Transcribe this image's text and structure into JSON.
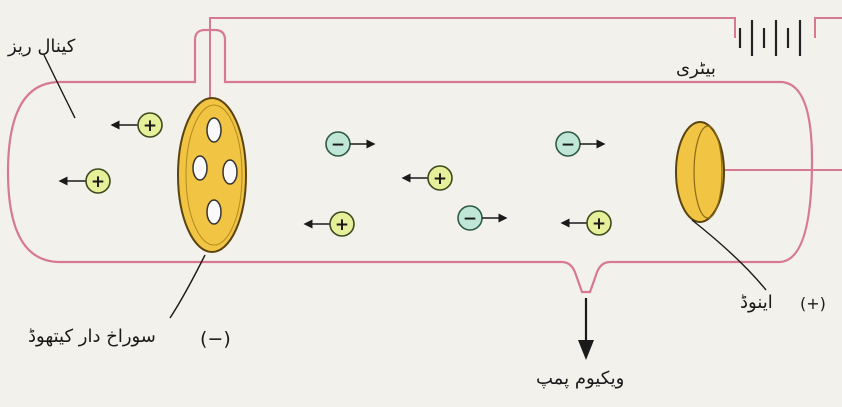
{
  "labels": {
    "canal_rays": "کینال ریز",
    "battery": "بیٹری",
    "perforated_cathode": "سوراخ دار کیتھوڈ",
    "cathode_sign": "(−)",
    "anode": "اینوڈ",
    "anode_sign": "(+)",
    "vacuum_pump": "ویکیوم پمپ"
  },
  "particle_symbols": {
    "positive": "+",
    "negative": "−"
  },
  "colors": {
    "background": "#f3f1ec",
    "tube_outline": "#d67a92",
    "electrode_fill": "#f2c443",
    "electrode_stroke": "#5a4410",
    "positive_fill": "#e6ef9a",
    "negative_fill": "#bfe6d6",
    "particle_stroke": "#3c4a1c",
    "text": "#1a1a1a"
  }
}
